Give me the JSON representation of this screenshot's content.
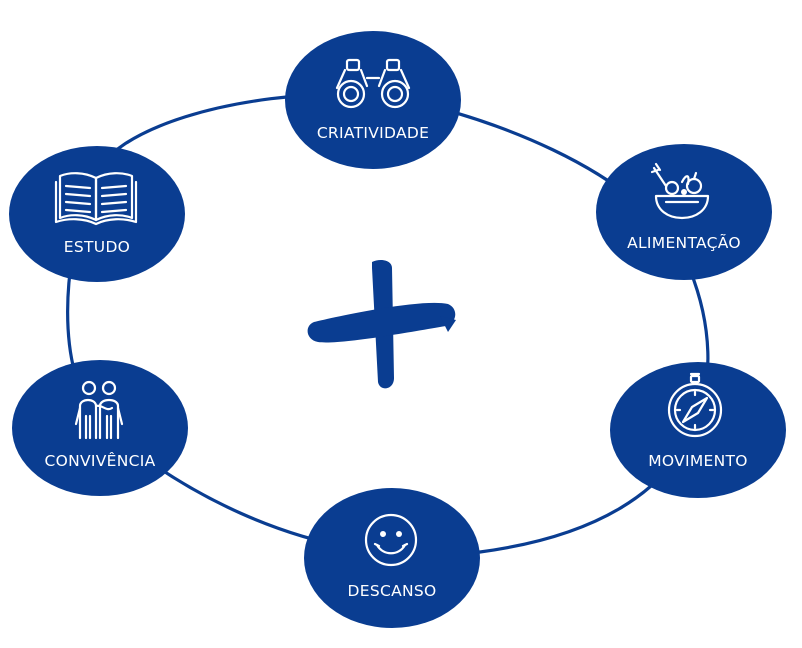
{
  "colors": {
    "primary": "#0a3d91",
    "node_text": "#ffffff",
    "background": "#ffffff"
  },
  "center_symbol": "+",
  "nodes": [
    {
      "id": "criatividade",
      "label": "CRIATIVIDADE",
      "icon": "binoculars-icon"
    },
    {
      "id": "alimentacao",
      "label": "ALIMENTAÇÃO",
      "icon": "food-bowl-icon"
    },
    {
      "id": "movimento",
      "label": "MOVIMENTO",
      "icon": "compass-icon"
    },
    {
      "id": "descanso",
      "label": "DESCANSO",
      "icon": "smiley-icon"
    },
    {
      "id": "convivencia",
      "label": "CONVIVÊNCIA",
      "icon": "people-hugging-icon"
    },
    {
      "id": "estudo",
      "label": "ESTUDO",
      "icon": "open-book-icon"
    }
  ]
}
